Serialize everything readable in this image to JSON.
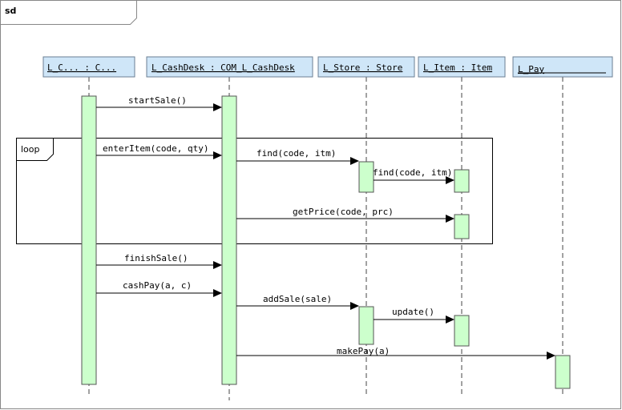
{
  "diagram": {
    "frame_title": "sd",
    "lifelines": [
      {
        "id": "lc",
        "label": "L_C... : C..."
      },
      {
        "id": "cashdesk",
        "label": "L_CashDesk : COM_L_CashDesk"
      },
      {
        "id": "store",
        "label": "L_Store : Store"
      },
      {
        "id": "item",
        "label": "L_Item : Item"
      },
      {
        "id": "pay",
        "label": "L_Pay"
      }
    ],
    "loop": {
      "label": "loop"
    },
    "messages": [
      {
        "label": "startSale()",
        "from": "lc",
        "to": "cashdesk"
      },
      {
        "label": "enterItem(code, qty)",
        "from": "lc",
        "to": "cashdesk"
      },
      {
        "label": "find(code, itm)",
        "from": "cashdesk",
        "to": "store"
      },
      {
        "label": "find(code, itm)",
        "from": "store",
        "to": "item"
      },
      {
        "label": "getPrice(code, prc)",
        "from": "cashdesk",
        "to": "item"
      },
      {
        "label": "finishSale()",
        "from": "lc",
        "to": "cashdesk"
      },
      {
        "label": "cashPay(a, c)",
        "from": "lc",
        "to": "cashdesk"
      },
      {
        "label": "addSale(sale)",
        "from": "cashdesk",
        "to": "store"
      },
      {
        "label": "update()",
        "from": "store",
        "to": "item"
      },
      {
        "label": "makePay(a)",
        "from": "cashdesk",
        "to": "pay"
      }
    ]
  }
}
